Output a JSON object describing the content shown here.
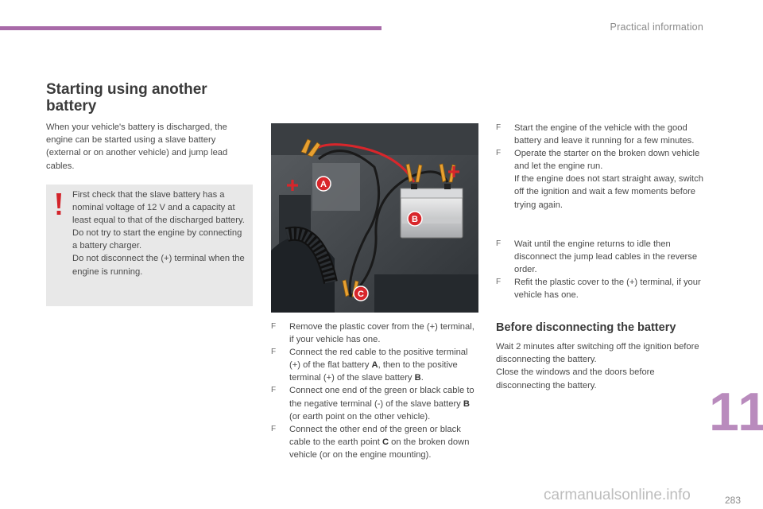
{
  "header": {
    "section": "Practical information"
  },
  "title": "Starting using another battery",
  "intro": "When your vehicle's battery is discharged, the engine can be started using a slave battery (external or on another vehicle) and jump lead cables.",
  "warning": {
    "lines": [
      "First check that the slave battery has a nominal voltage of 12 V and a capacity at least equal to that of the discharged battery.",
      "Do not try to start the engine by connecting a battery charger.",
      "Do not disconnect the (+) terminal when the engine is running."
    ]
  },
  "photo": {
    "label_a": "A",
    "label_b": "B",
    "label_c": "C",
    "plus": "+"
  },
  "steps_mid": [
    {
      "bullet": "F",
      "text": "Remove the plastic cover from the (+) terminal, if your vehicle has one."
    },
    {
      "bullet": "F",
      "parts": [
        "Connect the red cable to the positive terminal (+) of the flat battery ",
        "A",
        ", then to the positive terminal (+) of the slave battery ",
        "B",
        "."
      ]
    },
    {
      "bullet": "F",
      "parts": [
        "Connect one end of the green or black cable to the negative terminal (-) of the slave battery ",
        "B",
        " (or earth point on the other vehicle)."
      ]
    },
    {
      "bullet": "F",
      "parts": [
        "Connect the other end of the green or black cable to the earth point ",
        "C",
        " on the broken down vehicle (or on the engine mounting)."
      ]
    }
  ],
  "steps_right_1": [
    {
      "bullet": "F",
      "text": "Start the engine of the vehicle with the good battery and leave it running for a few minutes."
    },
    {
      "bullet": "F",
      "text": "Operate the starter on the broken down vehicle and let the engine run.",
      "extra": "If the engine does not start straight away, switch off the ignition and wait a few moments before trying again."
    }
  ],
  "steps_right_2": [
    {
      "bullet": "F",
      "text": "Wait until the engine returns to idle then disconnect the jump lead cables in the reverse order."
    },
    {
      "bullet": "F",
      "text": "Refit the plastic cover to the (+) terminal, if your vehicle has one."
    }
  ],
  "subtitle": "Before disconnecting the battery",
  "right_text": [
    "Wait 2 minutes after switching off the ignition before disconnecting the battery.",
    "Close the windows and the doors before disconnecting the battery."
  ],
  "chapter": "11",
  "page_number": "283",
  "watermark": "carmanualsonline.info",
  "colors": {
    "accent": "#a86aa8",
    "chapter": "#b98bbd",
    "warning_red": "#d3232a",
    "cable_red": "#d8262b",
    "clamp_orange": "#e8a030"
  }
}
